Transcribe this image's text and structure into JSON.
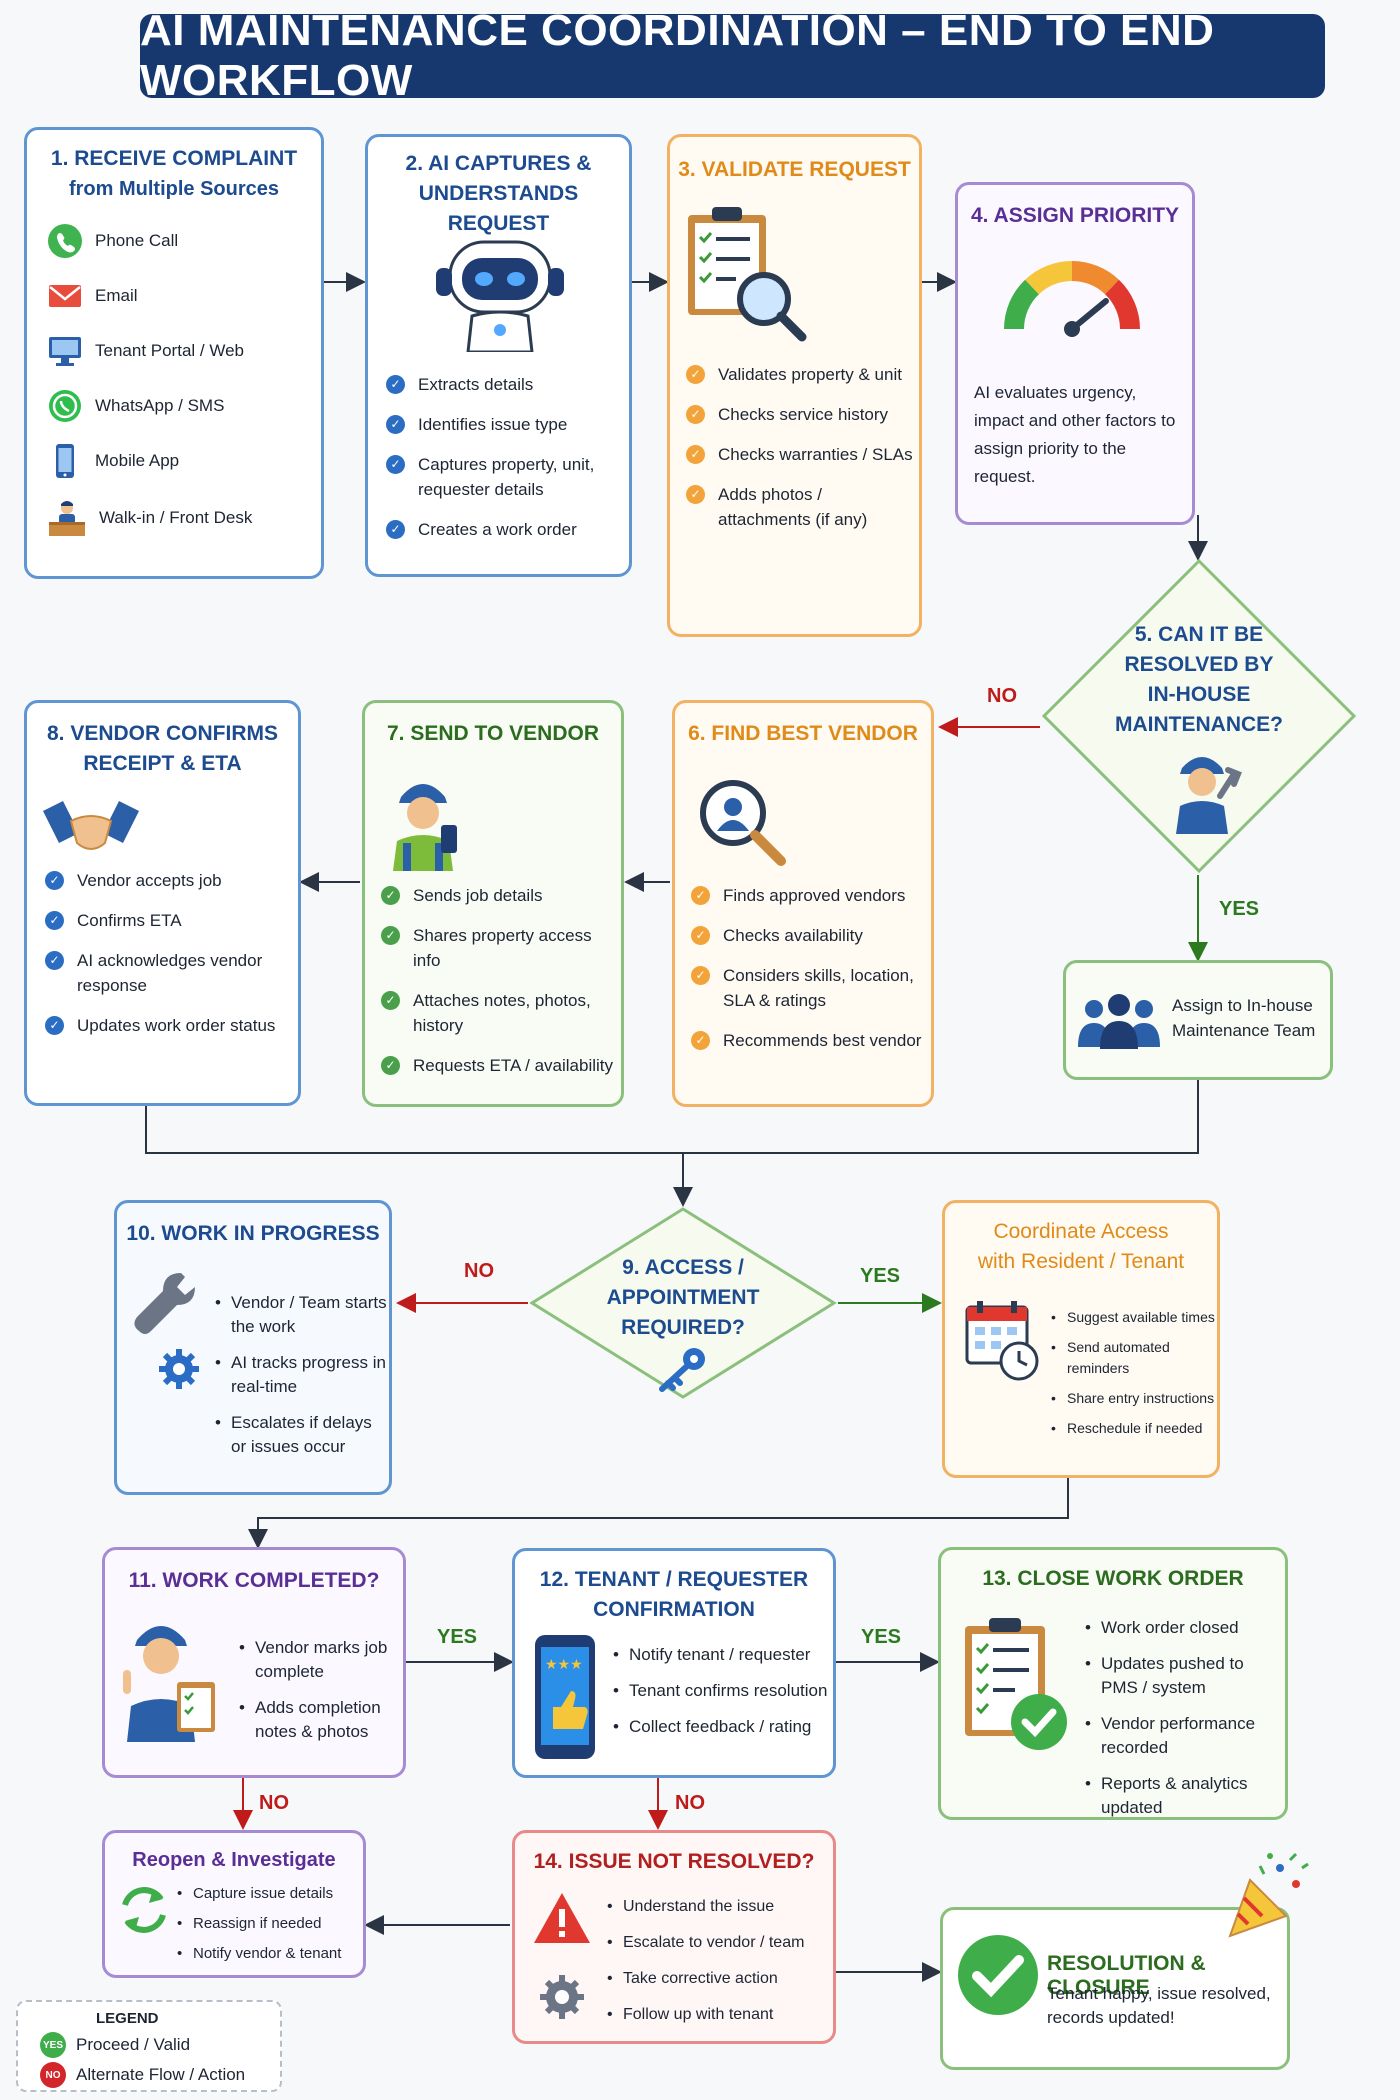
{
  "title": "AI MAINTENANCE COORDINATION – END TO END WORKFLOW",
  "step1": {
    "title_l1": "1. RECEIVE COMPLAINT",
    "title_l2": "from Multiple Sources",
    "sources": [
      {
        "label": "Phone Call",
        "icon": "phone-icon"
      },
      {
        "label": "Email",
        "icon": "email-icon"
      },
      {
        "label": "Tenant Portal / Web",
        "icon": "monitor-icon"
      },
      {
        "label": "WhatsApp / SMS",
        "icon": "whatsapp-icon"
      },
      {
        "label": "Mobile App",
        "icon": "mobile-icon"
      },
      {
        "label": "Walk-in / Front Desk",
        "icon": "front-desk-icon"
      }
    ]
  },
  "step2": {
    "title_l1": "2. AI CAPTURES &",
    "title_l2": "UNDERSTANDS REQUEST",
    "items": [
      "Extracts details",
      "Identifies issue type",
      "Captures property, unit, requester details",
      "Creates a work order"
    ]
  },
  "step3": {
    "title": "3. VALIDATE REQUEST",
    "items": [
      "Validates property & unit",
      "Checks service history",
      "Checks warranties / SLAs",
      "Adds photos / attachments (if any)"
    ]
  },
  "step4": {
    "title": "4. ASSIGN PRIORITY",
    "text": "AI evaluates urgency, impact and other factors to assign priority to the request."
  },
  "step5": {
    "lines": [
      "5. CAN IT BE",
      "RESOLVED BY",
      "IN-HOUSE",
      "MAINTENANCE?"
    ],
    "no": "NO",
    "yes": "YES"
  },
  "inhouse": {
    "line1": "Assign to In-house",
    "line2": "Maintenance Team"
  },
  "step6": {
    "title": "6. FIND BEST VENDOR",
    "items": [
      "Finds approved vendors",
      "Checks availability",
      "Considers skills, location, SLA & ratings",
      "Recommends best vendor"
    ]
  },
  "step7": {
    "title": "7. SEND TO VENDOR",
    "items": [
      "Sends job details",
      "Shares property access info",
      "Attaches notes, photos, history",
      "Requests ETA / availability"
    ]
  },
  "step8": {
    "title_l1": "8. VENDOR CONFIRMS",
    "title_l2": "RECEIPT & ETA",
    "items": [
      "Vendor accepts job",
      "Confirms ETA",
      "AI acknowledges vendor response",
      "Updates work order status"
    ]
  },
  "step9": {
    "lines": [
      "9. ACCESS /",
      "APPOINTMENT",
      "REQUIRED?"
    ],
    "no": "NO",
    "yes": "YES"
  },
  "step10": {
    "title": "10. WORK IN PROGRESS",
    "items": [
      "Vendor / Team starts the work",
      "AI tracks progress in real-time",
      "Escalates if delays or issues occur"
    ]
  },
  "access": {
    "title_l1": "Coordinate Access",
    "title_l2": "with Resident / Tenant",
    "items": [
      "Suggest available times",
      "Send automated reminders",
      "Share entry instructions",
      "Reschedule if needed"
    ]
  },
  "step11": {
    "title": "11. WORK COMPLETED?",
    "items": [
      "Vendor marks job complete",
      "Adds completion notes & photos"
    ],
    "yes": "YES",
    "no": "NO"
  },
  "step12": {
    "title_l1": "12. TENANT / REQUESTER",
    "title_l2": "CONFIRMATION",
    "items": [
      "Notify tenant / requester",
      "Tenant confirms resolution",
      "Collect feedback / rating"
    ],
    "yes": "YES",
    "no": "NO"
  },
  "step13": {
    "title": "13. CLOSE WORK ORDER",
    "items": [
      "Work order closed",
      "Updates pushed to PMS / system",
      "Vendor performance recorded",
      "Reports & analytics updated"
    ]
  },
  "reopen": {
    "title": "Reopen & Investigate",
    "items": [
      "Capture issue details",
      "Reassign if needed",
      "Notify vendor & tenant"
    ]
  },
  "step14": {
    "title": "14. ISSUE NOT RESOLVED?",
    "items": [
      "Understand the issue",
      "Escalate to vendor / team",
      "Take corrective action",
      "Follow up with tenant"
    ]
  },
  "resolution": {
    "title": "RESOLUTION & CLOSURE",
    "text": "Tenant happy, issue resolved, records updated!"
  },
  "legend": {
    "title": "LEGEND",
    "yes_badge": "YES",
    "no_badge": "NO",
    "yes_label": "Proceed / Valid",
    "no_label": "Alternate Flow / Action"
  },
  "colors": {
    "title_bg": "#17386f",
    "blue": "#5f95d3",
    "orange": "#f2b163",
    "purple": "#a68bd2",
    "green": "#8ac07c",
    "red": "#e88a8a"
  }
}
